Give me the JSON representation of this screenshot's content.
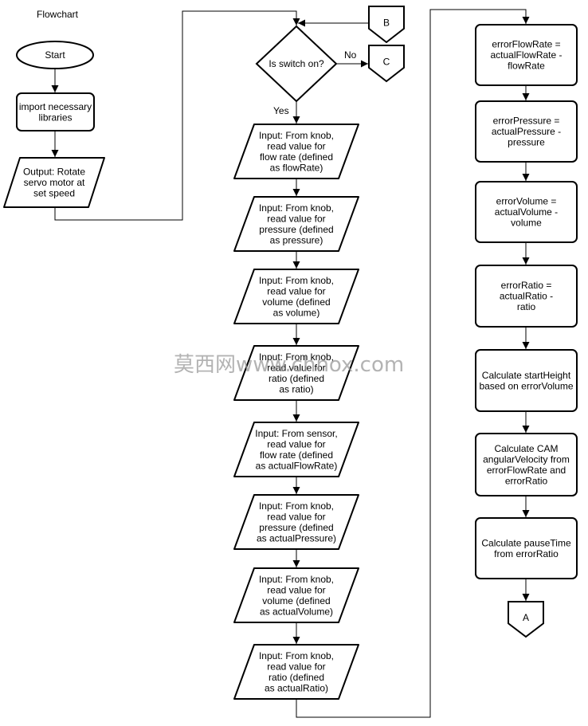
{
  "title": "Flowchart",
  "watermark": "莫西网www.chnox.com",
  "nodes": {
    "start": [
      "Start"
    ],
    "import": [
      "import necessary",
      "libraries"
    ],
    "output_rotate": [
      "Output: Rotate",
      "servo motor at",
      "set speed"
    ],
    "decision": [
      "Is switch on?"
    ],
    "connector_b": [
      "B"
    ],
    "connector_c": [
      "C"
    ],
    "connector_a": [
      "A"
    ],
    "in_flow_rate": [
      "Input: From knob,",
      "read value for",
      "flow rate (defined",
      "as flowRate)"
    ],
    "in_pressure": [
      "Input: From knob,",
      "read value for",
      "pressure (defined",
      "as pressure)"
    ],
    "in_volume": [
      "Input: From knob,",
      "read value for",
      "volume (defined",
      "as volume)"
    ],
    "in_ratio": [
      "Input: From knob,",
      "read value for",
      "ratio (defined",
      "as ratio)"
    ],
    "in_actual_flow": [
      "Input: From sensor,",
      "read value for",
      "flow rate (defined",
      "as actualFlowRate)"
    ],
    "in_actual_pressure": [
      "Input: From knob,",
      "read value for",
      "pressure (defined",
      "as actualPressure)"
    ],
    "in_actual_volume": [
      "Input: From knob,",
      "read value for",
      "volume (defined",
      "as actualVolume)"
    ],
    "in_actual_ratio": [
      "Input: From knob,",
      "read value for",
      "ratio (defined",
      "as actualRatio)"
    ],
    "err_flow": [
      "errorFlowRate =",
      "actualFlowRate -",
      "flowRate"
    ],
    "err_pressure": [
      "errorPressure =",
      "actualPressure -",
      "pressure"
    ],
    "err_volume": [
      "errorVolume =",
      "actualVolume -",
      "volume"
    ],
    "err_ratio": [
      "errorRatio =",
      "actualRatio -",
      "ratio"
    ],
    "calc_start_height": [
      "Calculate startHeight",
      "based on errorVolume"
    ],
    "calc_cam": [
      "Calculate CAM",
      "angularVelocity from",
      "errorFlowRate and",
      "errorRatio"
    ],
    "calc_pause": [
      "Calculate pauseTime",
      "from errorRatio"
    ]
  },
  "edge_labels": {
    "no": "No",
    "yes": "Yes"
  }
}
